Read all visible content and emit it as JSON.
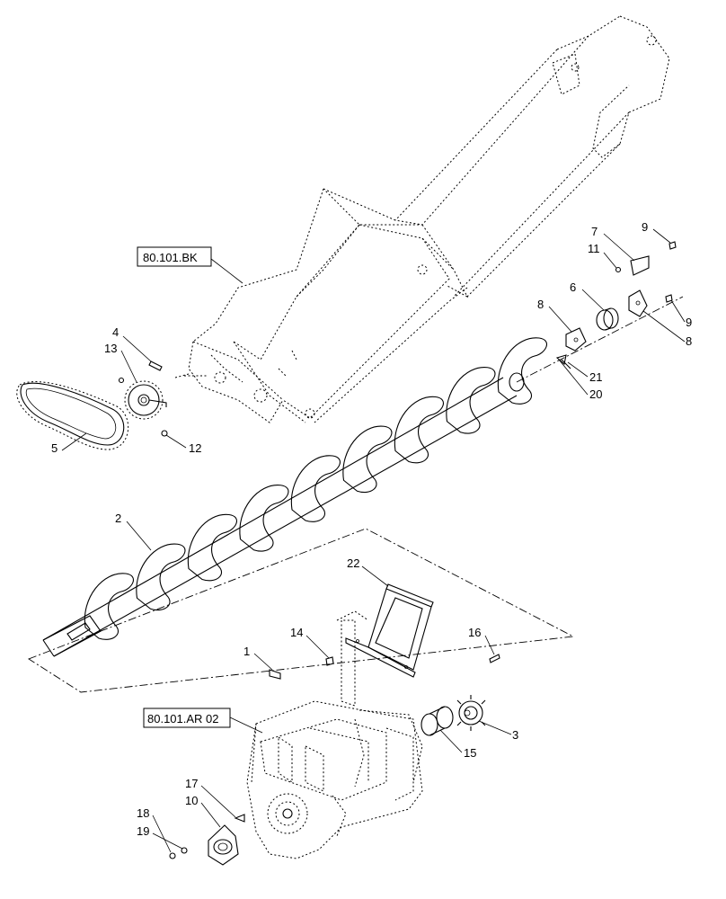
{
  "callouts": {
    "c1": "1",
    "c2": "2",
    "c3": "3",
    "c4": "4",
    "c5": "5",
    "c6": "6",
    "c7": "7",
    "c8a": "8",
    "c8b": "8",
    "c9a": "9",
    "c9b": "9",
    "c10": "10",
    "c11": "11",
    "c12": "12",
    "c13": "13",
    "c14": "14",
    "c15": "15",
    "c16": "16",
    "c17": "17",
    "c18": "18",
    "c19": "19",
    "c20": "20",
    "c21": "21",
    "c22": "22"
  },
  "references": {
    "tube": "80.101.BK",
    "gearbox": "80.101.AR 02"
  }
}
